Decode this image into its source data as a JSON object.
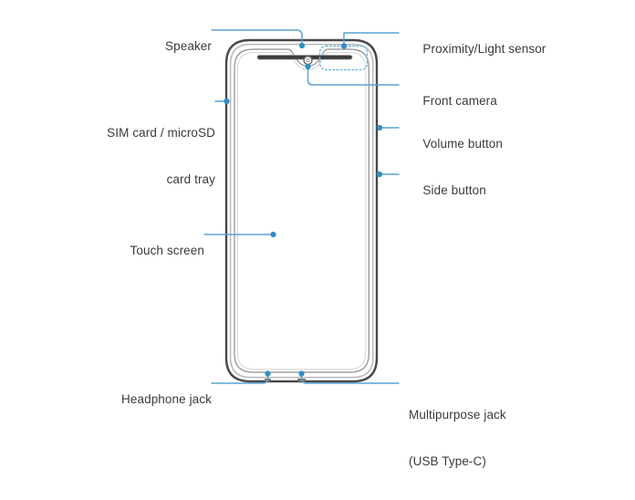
{
  "diagram": {
    "title": "Smartphone front view component callout diagram",
    "device": "smartphone-front-view",
    "colors": {
      "leader_line": "#5ba3cf",
      "leader_dot": "#2f8fc4",
      "label_text": "#3b3b3d",
      "body_outline": "#4a4a4c",
      "body_inner": "#9a9a9c",
      "screen_fill": "#ffffff",
      "button_fill": "#1c1c1e",
      "sensor_dash": "#6fb4da",
      "background": "#ffffff"
    },
    "callouts": [
      {
        "id": "speaker",
        "label": "Speaker",
        "align": "right",
        "lines": [
          "Speaker"
        ]
      },
      {
        "id": "sim-tray",
        "label": "SIM card / microSD card tray",
        "align": "right",
        "lines": [
          "SIM card / microSD",
          "card tray"
        ]
      },
      {
        "id": "touch-screen",
        "label": "Touch screen",
        "align": "right",
        "lines": [
          "Touch screen"
        ]
      },
      {
        "id": "headphone-jack",
        "label": "Headphone jack",
        "align": "right",
        "lines": [
          "Headphone jack"
        ]
      },
      {
        "id": "proximity-sensor",
        "label": "Proximity/Light sensor",
        "align": "left",
        "lines": [
          "Proximity/Light sensor"
        ]
      },
      {
        "id": "front-camera",
        "label": "Front camera",
        "align": "left",
        "lines": [
          "Front camera"
        ]
      },
      {
        "id": "volume-button",
        "label": "Volume button",
        "align": "left",
        "lines": [
          "Volume button"
        ]
      },
      {
        "id": "side-button",
        "label": "Side button",
        "align": "left",
        "lines": [
          "Side button"
        ]
      },
      {
        "id": "multipurpose-jack",
        "label": "Multipurpose jack (USB Type-C)",
        "align": "left",
        "lines": [
          "Multipurpose jack",
          "(USB Type-C)"
        ]
      }
    ],
    "labels": {
      "speaker": "Speaker",
      "sim_tray_line1": "SIM card / microSD",
      "sim_tray_line2": "card tray",
      "touch_screen": "Touch screen",
      "headphone_jack": "Headphone jack",
      "proximity_sensor": "Proximity/Light sensor",
      "front_camera": "Front camera",
      "volume_button": "Volume button",
      "side_button": "Side button",
      "multipurpose_jack_line1": "Multipurpose jack",
      "multipurpose_jack_line2": "(USB Type-C)"
    }
  }
}
